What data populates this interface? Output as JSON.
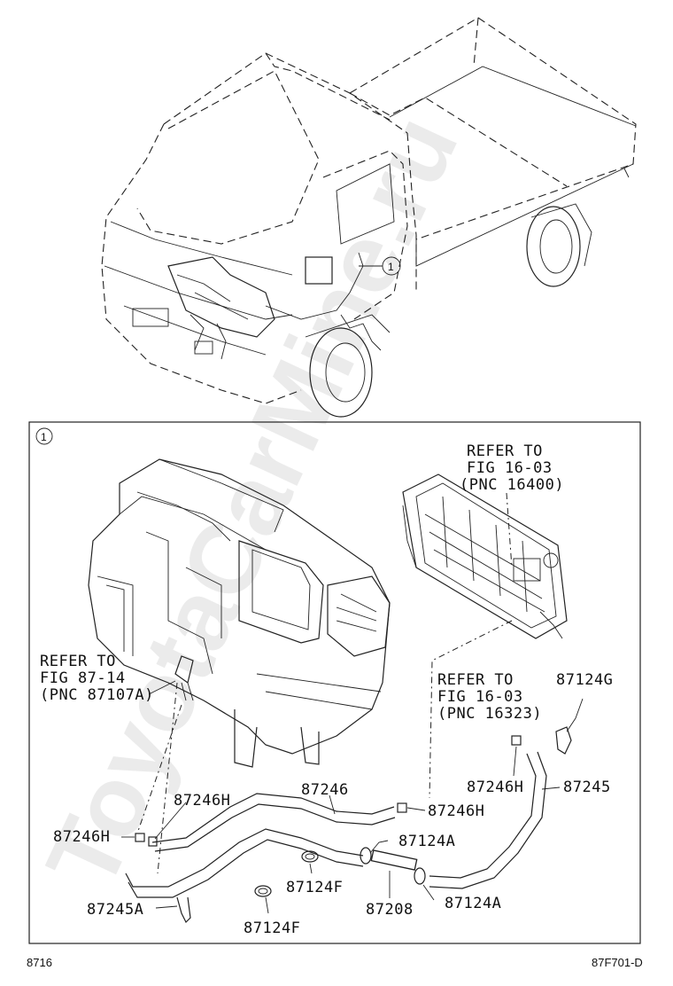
{
  "watermark": "ToyotaCarMine.ru",
  "callout_marker": "1",
  "labels": {
    "ref_radiator_1": "REFER TO",
    "ref_radiator_2": "FIG 16-03",
    "ref_radiator_3": "(PNC 16400)",
    "ref_heater_1": "REFER TO",
    "ref_heater_2": "FIG 87-14",
    "ref_heater_3": "(PNC 87107A)",
    "ref_pipe_1": "REFER TO",
    "ref_pipe_2": "FIG 16-03",
    "ref_pipe_3": "(PNC 16323)",
    "p87124G": "87124G",
    "p87246H_a": "87246H",
    "p87245": "87245",
    "p87246": "87246",
    "p87246H_b": "87246H",
    "p87246H_c": "87246H",
    "p87246H_d": "87246H",
    "p87124A_a": "87124A",
    "p87124F_a": "87124F",
    "p87208": "87208",
    "p87124A_b": "87124A",
    "p87245A": "87245A",
    "p87124F_b": "87124F"
  },
  "footer": {
    "left": "8716",
    "right": "87F701-D"
  }
}
